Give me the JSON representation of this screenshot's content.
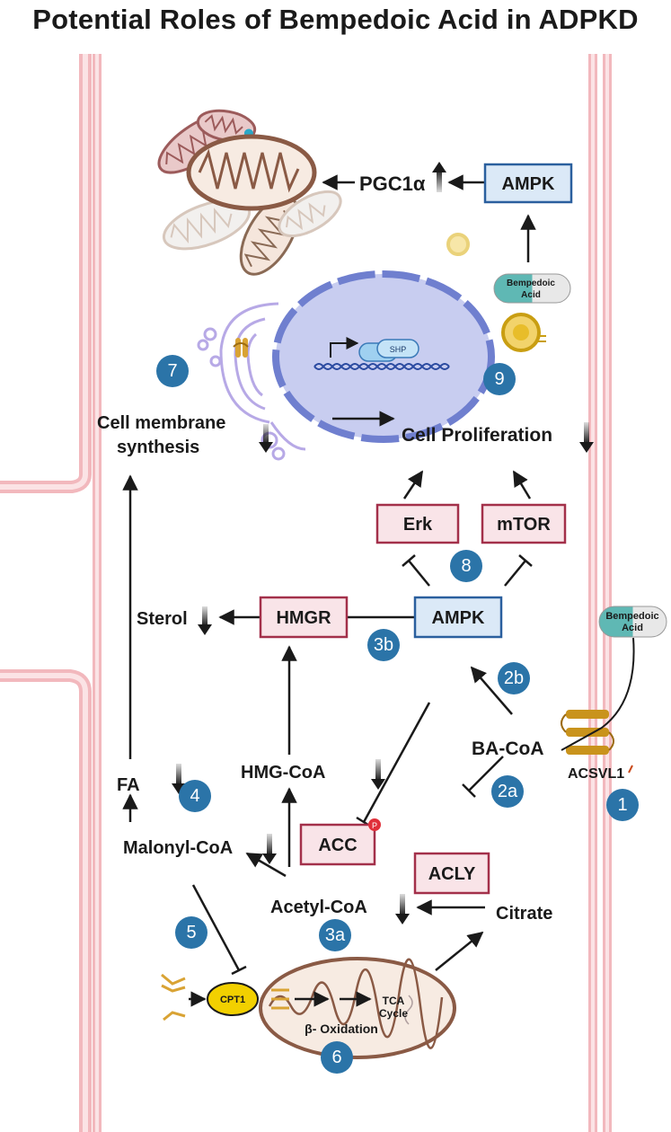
{
  "title": "Potential Roles of Bempedoic Acid in ADPKD",
  "labels": {
    "pgc1a": "PGC1α",
    "cell_membrane_line1": "Cell membrane",
    "cell_membrane_line2": "synthesis",
    "cell_proliferation": "Cell Proliferation",
    "sterol": "Sterol",
    "ba_coa": "BA-CoA",
    "acsvl1": "ACSVL1",
    "hmg_coa": "HMG-CoA",
    "fa": "FA",
    "malonyl_coa": "Malonyl-CoA",
    "acetyl_coa": "Acetyl-CoA",
    "citrate": "Citrate",
    "beta_oxidation": "β- Oxidation",
    "tca_line1": "TCA",
    "tca_line2": "Cycle",
    "cpt1": "CPT1",
    "shp": "SHP",
    "bempedoic_top_line1": "Bempedoic",
    "bempedoic_top_line2": "Acid",
    "bempedoic_right_line1": "Bempedoic",
    "bempedoic_right_line2": "Acid"
  },
  "boxes": {
    "ampk_top": "AMPK",
    "erk": "Erk",
    "mtor": "mTOR",
    "hmgr": "HMGR",
    "ampk_mid": "AMPK",
    "acc": "ACC",
    "acly": "ACLY"
  },
  "phospho": "P",
  "badges": {
    "b1": "1",
    "b2a": "2a",
    "b2b": "2b",
    "b3a": "3a",
    "b3b": "3b",
    "b4": "4",
    "b5": "5",
    "b6": "6",
    "b7": "7",
    "b8": "8",
    "b9": "9"
  },
  "colors": {
    "blue_box_fill": "#dbe9f7",
    "blue_box_stroke": "#2a5f9e",
    "red_box_fill": "#f9e4e8",
    "red_box_stroke": "#a3304a",
    "badge": "#2b74a8",
    "membrane": "#f2b8bd",
    "nucleus": "#c8cdf0"
  }
}
